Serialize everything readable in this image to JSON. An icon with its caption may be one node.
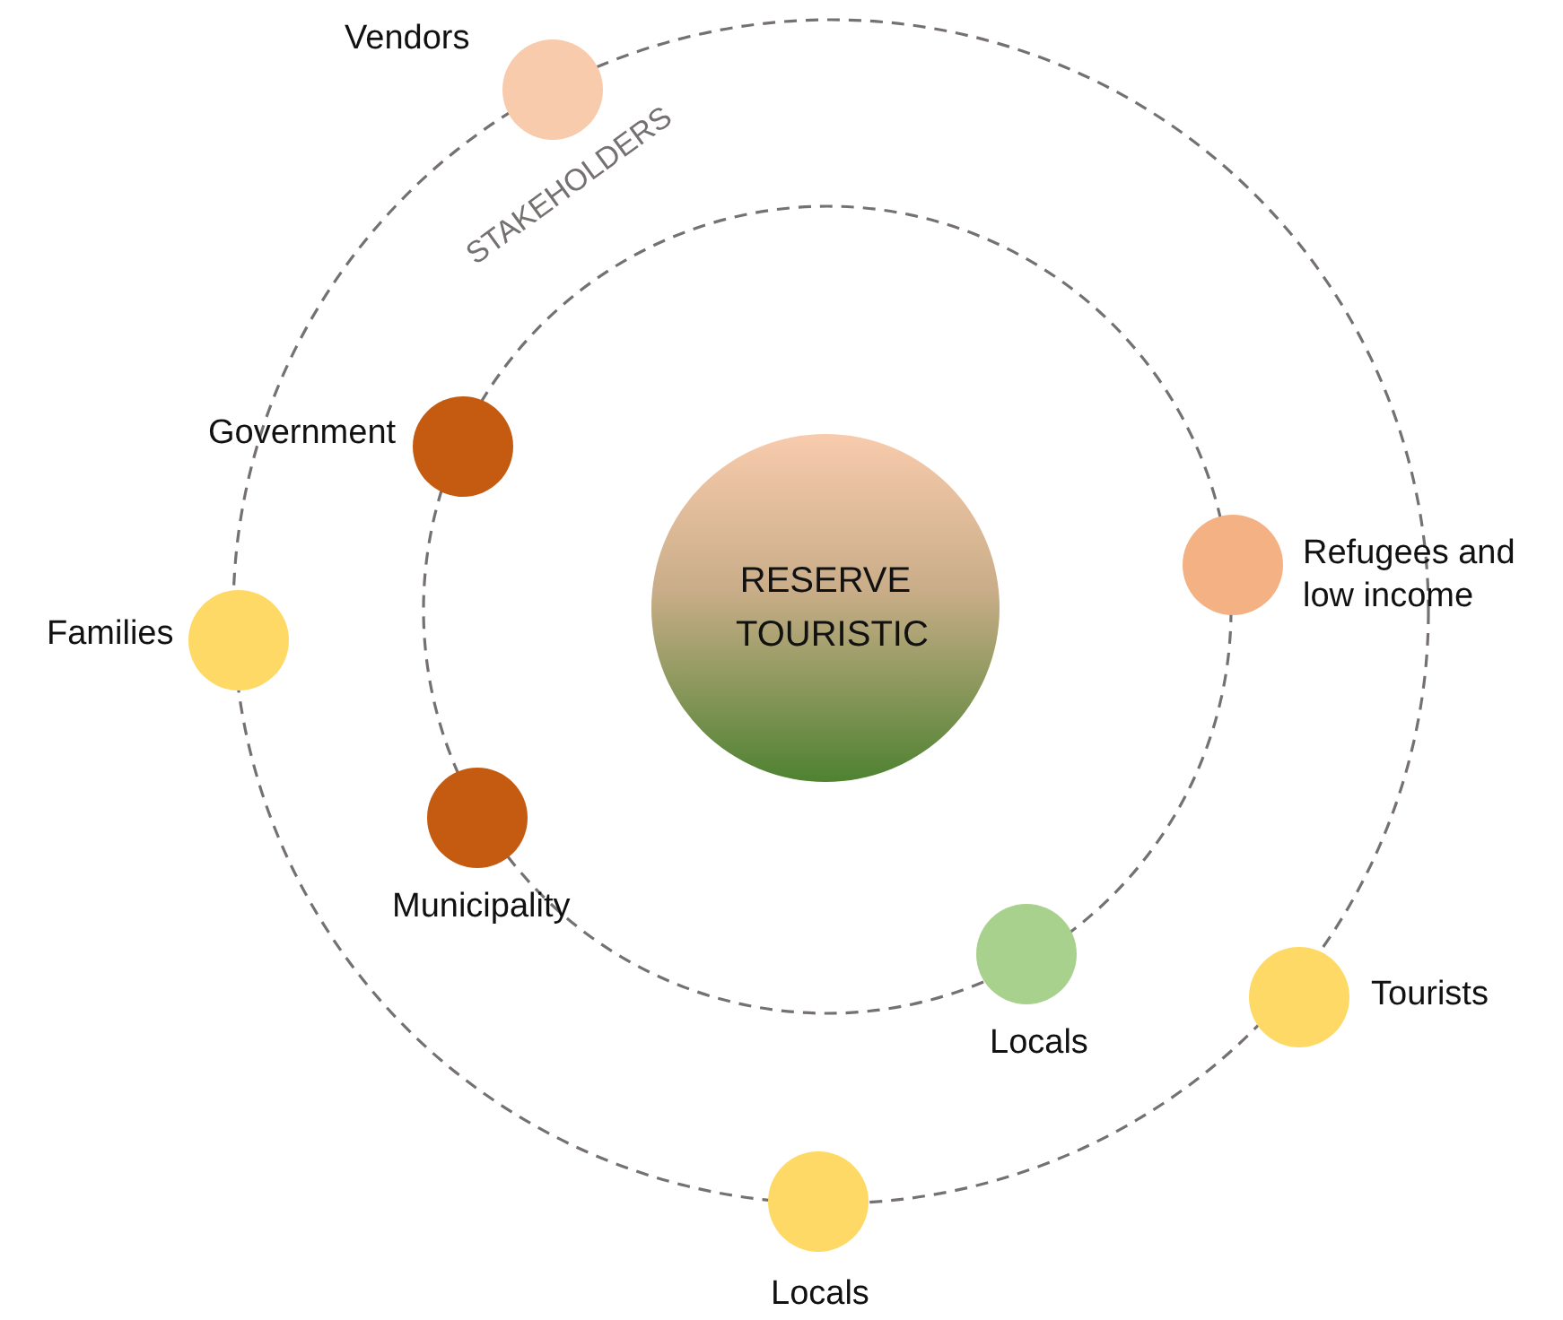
{
  "diagram": {
    "nodes": [
      {
        "text": [],
        "shape": "circle",
        "beside": [
          "Vendors"
        ]
      },
      {
        "text": [],
        "shape": "circle",
        "beside": [
          "Government"
        ]
      },
      {
        "text": [],
        "shape": "circle",
        "beside": [
          "Refugees and low income"
        ]
      },
      {
        "text": [
          "RESERVE TOURISTIC"
        ]
      },
      {
        "text": [],
        "shape": "circle",
        "beside": [
          "Families"
        ]
      },
      {
        "text": [],
        "shape": "circle",
        "beside": [
          "Municipality"
        ]
      },
      {
        "text": [],
        "shape": "circle",
        "beside": [
          "Locals"
        ]
      },
      {
        "text": [],
        "shape": "circle",
        "beside": [
          "Tourists"
        ]
      },
      {
        "text": [],
        "shape": "circle",
        "beside": [
          "Locals"
        ]
      }
    ],
    "edges": [],
    "labels": [
      "STAKEHOLDERS"
    ]
  }
}
